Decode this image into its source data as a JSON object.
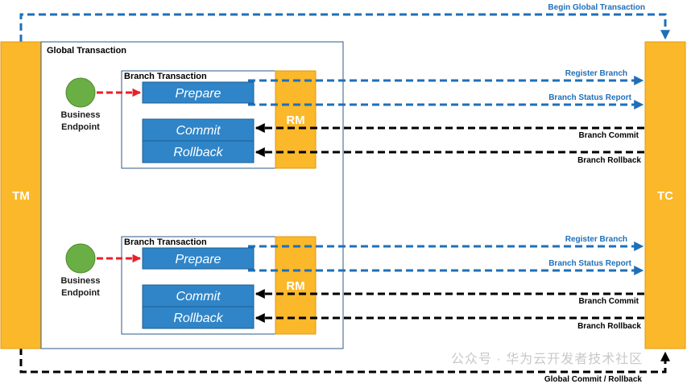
{
  "colors": {
    "orange": "#FAB82A",
    "orange_border": "#E39A0C",
    "blue_box": "#2F85C8",
    "blue_arrow": "#1F6FB8",
    "red_arrow": "#E8202A",
    "green": "#6AAF45"
  },
  "labels": {
    "begin_global": "Begin Global Transaction",
    "global_tx": "Global Transaction",
    "tm": "TM",
    "tc": "TC",
    "global_commit": "Global Commit / Rollback",
    "watermark": "公众号 · 华为云开发者技术社区"
  },
  "branches": [
    {
      "title": "Branch Transaction",
      "endpoint_line1": "Business",
      "endpoint_line2": "Endpoint",
      "prepare": "Prepare",
      "commit": "Commit",
      "rollback": "Rollback",
      "rm": "RM",
      "register": "Register Branch",
      "status": "Branch Status Report",
      "branch_commit": "Branch Commit",
      "branch_rollback": "Branch Rollback"
    },
    {
      "title": "Branch Transaction",
      "endpoint_line1": "Business",
      "endpoint_line2": "Endpoint",
      "prepare": "Prepare",
      "commit": "Commit",
      "rollback": "Rollback",
      "rm": "RM",
      "register": "Register Branch",
      "status": "Branch Status Report",
      "branch_commit": "Branch Commit",
      "branch_rollback": "Branch Rollback"
    }
  ]
}
